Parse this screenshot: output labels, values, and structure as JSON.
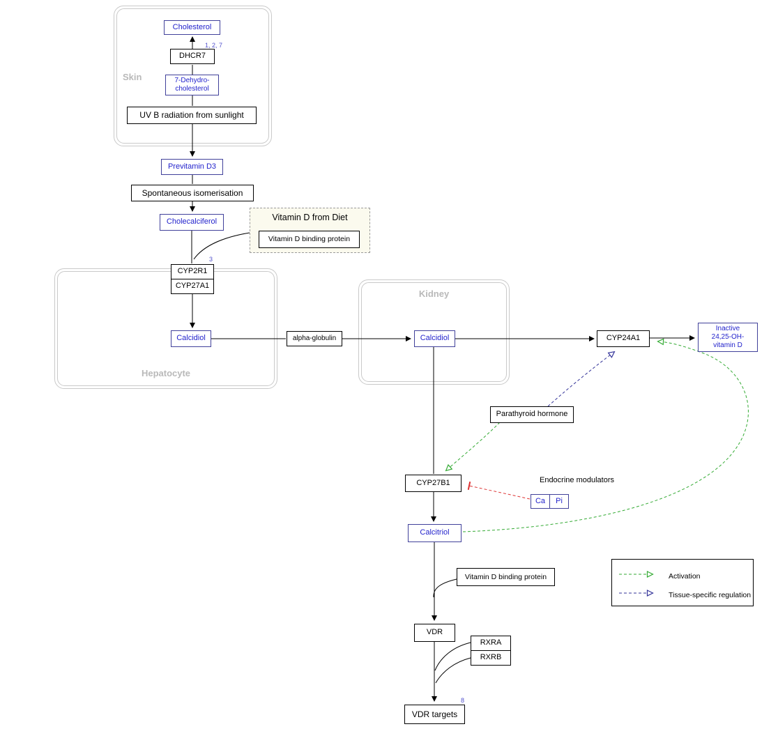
{
  "colors": {
    "metabolite_text": "#2222cc",
    "metabolite_border": "#40409a",
    "gene_border": "#000000",
    "container_border": "#c9c9c9",
    "container_label": "#b9b9b9",
    "activation_green": "#33aa33",
    "tissue_regulation_navy": "#333399",
    "inhibition_red": "#dd3333",
    "diet_background": "#fbfaee"
  },
  "containers": {
    "skin": {
      "label": "Skin"
    },
    "hepatocyte": {
      "label": "Hepatocyte"
    },
    "kidney": {
      "label": "Kidney"
    },
    "diet": {
      "title": "Vitamin D from Diet"
    }
  },
  "nodes": {
    "cholesterol": {
      "label": "Cholesterol"
    },
    "dhcr7": {
      "label": "DHCR7",
      "ref": "1, 2, 7"
    },
    "dehydrocholesterol": {
      "label": "7-Dehydro-\ncholesterol"
    },
    "uvb": {
      "label": "UV B radiation from sunlight"
    },
    "previtamin_d3": {
      "label": "Previtamin D3"
    },
    "isomerisation": {
      "label": "Spontaneous isomerisation"
    },
    "cholecalciferol": {
      "label": "Cholecalciferol"
    },
    "diet_binding_protein": {
      "label": "Vitamin D binding protein"
    },
    "cyp2r1": {
      "label": "CYP2R1",
      "ref": "3"
    },
    "cyp27a1": {
      "label": "CYP27A1"
    },
    "calcidiol_liver": {
      "label": "Calcidiol"
    },
    "alpha_globulin": {
      "label": "alpha-globulin"
    },
    "calcidiol_kidney": {
      "label": "Calcidiol"
    },
    "cyp24a1": {
      "label": "CYP24A1"
    },
    "inactive_vitd": {
      "label": "Inactive\n24,25-OH-\nvitamin D"
    },
    "pth": {
      "label": "Parathyroid hormone"
    },
    "cyp27b1": {
      "label": "CYP27B1"
    },
    "endocrine_modulators": {
      "label": "Endocrine modulators"
    },
    "ca": {
      "label": "Ca"
    },
    "pi": {
      "label": "Pi"
    },
    "calcitriol": {
      "label": "Calcitriol"
    },
    "vdbp": {
      "label": "Vitamin D binding protein"
    },
    "vdr": {
      "label": "VDR"
    },
    "rxra": {
      "label": "RXRA"
    },
    "rxrb": {
      "label": "RXRB"
    },
    "vdr_targets": {
      "label": "VDR targets",
      "ref": "8"
    }
  },
  "legend": {
    "activation": "Activation",
    "tissue": "Tissue-specific regulation"
  }
}
